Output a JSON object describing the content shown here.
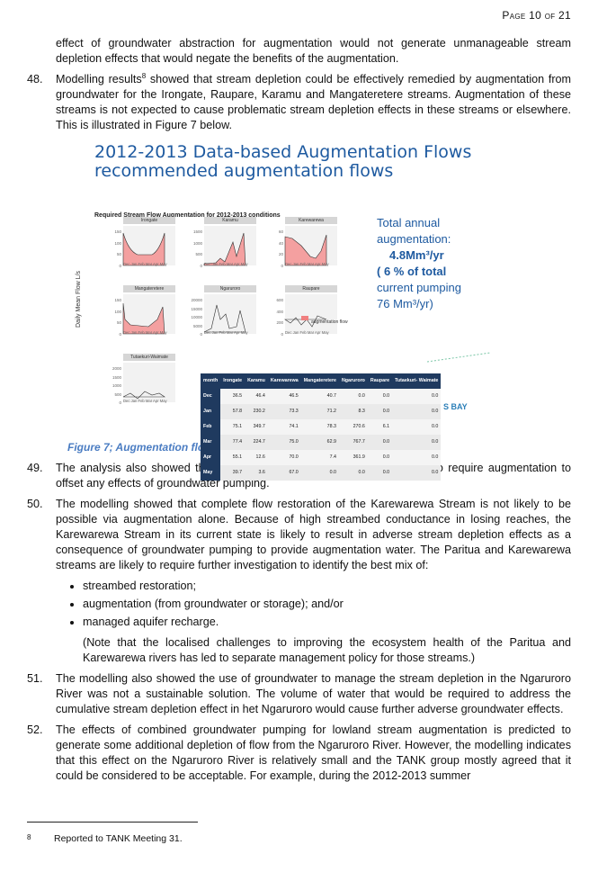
{
  "header": {
    "page_label": "Page 10 of 21"
  },
  "paragraphs": {
    "intro": "effect of groundwater abstraction for augmentation would not generate unmanageable stream depletion effects that would negate the benefits of the augmentation.",
    "p48_num": "48.",
    "p48_a": "Modelling results",
    "p48_sup": "8",
    "p48_b": " showed that stream depletion could be effectively remedied by augmentation from groundwater for the Irongate, Raupare, Karamu and Mangateretere streams. Augmentation of these streams is not expected to cause problematic stream depletion effects in these streams or elsewhere.  This is illustrated in Figure 7 below.",
    "p49_num": "49.",
    "p49": "The analysis also showed that the Tutaekuri-Waimate stream is unlikely to require augmentation to offset any effects of groundwater pumping.",
    "p50_num": "50.",
    "p50": "The modelling showed that complete flow restoration of the Karewarewa Stream is not likely to be possible via augmentation alone. Because of high streambed conductance in losing reaches, the Karewarewa Stream in its current state is likely to result in adverse stream depletion effects as a consequence of groundwater pumping to provide augmentation water. The Paritua and Karewarewa streams are likely to require further investigation to identify the best mix of:",
    "bullets": [
      "streambed restoration;",
      "augmentation (from groundwater or storage); and/or",
      "managed aquifer recharge."
    ],
    "note": "(Note that the localised challenges to improving the ecosystem health of the Paritua and Karewarewa rivers has led to separate management policy for those streams.)",
    "p51_num": "51.",
    "p51": "The modelling also showed the use of groundwater to manage the stream depletion in the Ngaruroro River was not a sustainable solution.  The volume of water that would be required to address the cumulative stream depletion effect in het Ngaruroro would cause further adverse groundwater effects.",
    "p52_num": "52.",
    "p52": "The effects of combined groundwater pumping for lowland stream augmentation is predicted to generate some additional depletion of flow from the Ngaruroro River. However, the modelling indicates that this effect on the Ngaruroro River is relatively small and the TANK group mostly agreed that it could be considered to be acceptable.  For example, during the 2012-2013 summer"
  },
  "figure": {
    "title_line1": "2012-2013 Data-based Augmentation Flows",
    "title_line2": "recommended augmentation flows",
    "subtitle": "Required Stream Flow Augmentation for 2012-2013 conditions",
    "ylabel": "Daily Mean Flow L/s",
    "legend": "augmentation flow",
    "month_ticks": "Dec  Jan  Feb Mar  Apr  May",
    "annual_l1": "Total annual",
    "annual_l2": "augmentation:",
    "annual_l3": "4.8Mm³/yr",
    "annual_l4": "( 6 % of total",
    "annual_l5": "current pumping",
    "annual_l6": "76 Mm³/yr)",
    "bay_text": "S BAY",
    "panels": [
      {
        "name": "Irongate",
        "yticks": [
          "150",
          "100",
          "50",
          "0"
        ]
      },
      {
        "name": "Karamu",
        "yticks": [
          "1500",
          "1000",
          "500",
          "0"
        ]
      },
      {
        "name": "Karewarewa",
        "yticks": [
          "60",
          "40",
          "20",
          "0"
        ]
      },
      {
        "name": "Mangateretere",
        "yticks": [
          "150",
          "100",
          "50",
          "0"
        ]
      },
      {
        "name": "Ngaruroro",
        "yticks": [
          "20000",
          "15000",
          "10000",
          "5000",
          "0"
        ]
      },
      {
        "name": "Raupare",
        "yticks": [
          "600",
          "400",
          "200",
          "0"
        ]
      },
      {
        "name": "Tutaekuri-Waimate",
        "yticks": [
          "2000",
          "1500",
          "1000",
          "500",
          "0"
        ]
      }
    ],
    "table": {
      "headers": [
        "month",
        "Irongate",
        "Karamu",
        "Karewarewa",
        "Mangateretere",
        "Ngaruroro",
        "Raupare",
        "Tutaekuri-\nWaimate"
      ],
      "rows": [
        [
          "Dec",
          "36.5",
          "46.4",
          "46.5",
          "40.7",
          "0.0",
          "0.0",
          "0.0"
        ],
        [
          "Jan",
          "57.8",
          "230.2",
          "73.3",
          "71.2",
          "8.3",
          "0.0",
          "0.0"
        ],
        [
          "Feb",
          "75.1",
          "349.7",
          "74.1",
          "78.3",
          "270.6",
          "6.1",
          "0.0"
        ],
        [
          "Mar",
          "77.4",
          "224.7",
          "75.0",
          "62.9",
          "767.7",
          "0.0",
          "0.0"
        ],
        [
          "Apr",
          "55.1",
          "12.6",
          "70.0",
          "7.4",
          "361.9",
          "0.0",
          "0.0"
        ],
        [
          "May",
          "39.7",
          "3.6",
          "67.0",
          "0.0",
          "0.0",
          "0.0",
          "0.0"
        ]
      ]
    }
  },
  "caption": "Figure 7; Augmentation flows to maintain minimum flows",
  "footnote": {
    "num": "8",
    "text": "Reported to TANK Meeting 31."
  }
}
